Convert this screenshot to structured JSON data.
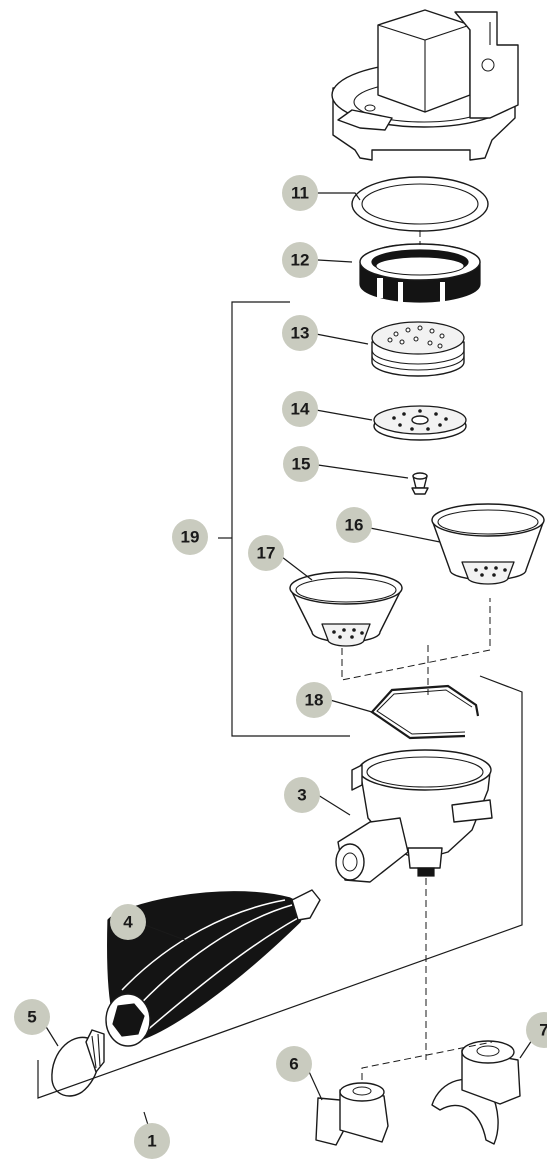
{
  "callouts": [
    {
      "id": "1",
      "label": "1"
    },
    {
      "id": "3",
      "label": "3"
    },
    {
      "id": "4",
      "label": "4"
    },
    {
      "id": "5",
      "label": "5"
    },
    {
      "id": "6",
      "label": "6"
    },
    {
      "id": "7",
      "label": "7"
    },
    {
      "id": "11",
      "label": "11"
    },
    {
      "id": "12",
      "label": "12"
    },
    {
      "id": "13",
      "label": "13"
    },
    {
      "id": "14",
      "label": "14"
    },
    {
      "id": "15",
      "label": "15"
    },
    {
      "id": "16",
      "label": "16"
    },
    {
      "id": "17",
      "label": "17"
    },
    {
      "id": "18",
      "label": "18"
    },
    {
      "id": "19",
      "label": "19"
    }
  ],
  "colors": {
    "badge_fill": "#c9cbbf",
    "line": "#1a1a1a",
    "handle_fill": "#141414"
  }
}
